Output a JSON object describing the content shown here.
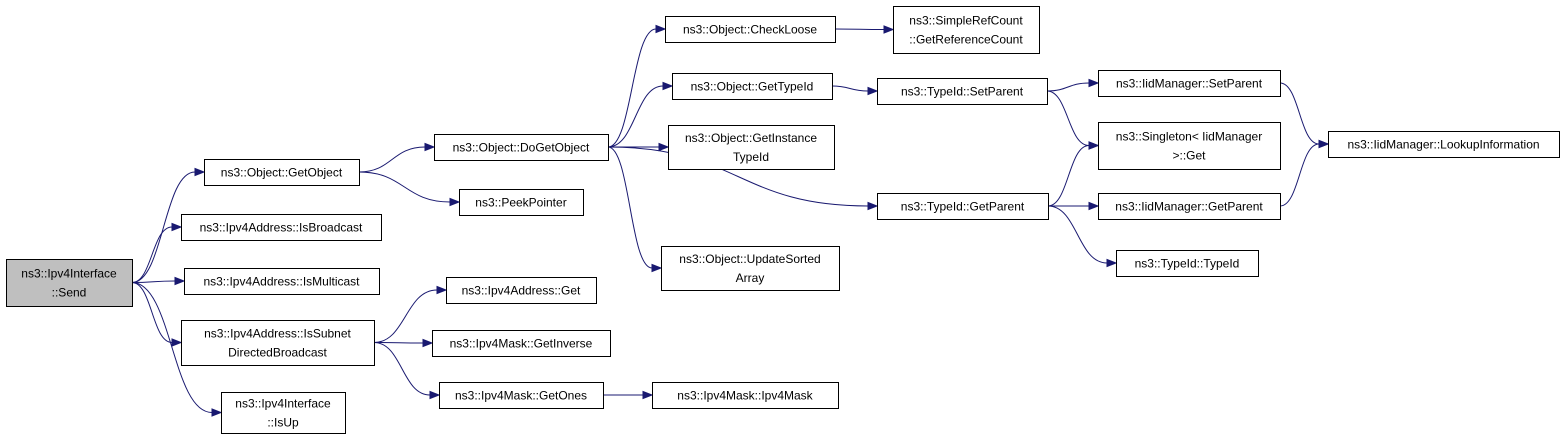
{
  "title": "",
  "colors": {
    "edge": "#191970",
    "node_border": "#000000",
    "root_fill": "#bfbfbf",
    "node_fill": "#ffffff"
  },
  "nodes": [
    {
      "id": "send",
      "lines": [
        "ns3::Ipv4Interface",
        "::Send"
      ],
      "root": true
    },
    {
      "id": "getobject",
      "lines": [
        "ns3::Object::GetObject"
      ]
    },
    {
      "id": "isbroadcast",
      "lines": [
        "ns3::Ipv4Address::IsBroadcast"
      ]
    },
    {
      "id": "ismulticast",
      "lines": [
        "ns3::Ipv4Address::IsMulticast"
      ]
    },
    {
      "id": "issubnet",
      "lines": [
        "ns3::Ipv4Address::IsSubnet",
        "DirectedBroadcast"
      ]
    },
    {
      "id": "isup",
      "lines": [
        "ns3::Ipv4Interface",
        "::IsUp"
      ]
    },
    {
      "id": "dogetobject",
      "lines": [
        "ns3::Object::DoGetObject"
      ]
    },
    {
      "id": "peekpointer",
      "lines": [
        "ns3::PeekPointer"
      ]
    },
    {
      "id": "addrget",
      "lines": [
        "ns3::Ipv4Address::Get"
      ]
    },
    {
      "id": "getinverse",
      "lines": [
        "ns3::Ipv4Mask::GetInverse"
      ]
    },
    {
      "id": "getones",
      "lines": [
        "ns3::Ipv4Mask::GetOnes"
      ]
    },
    {
      "id": "checkloose",
      "lines": [
        "ns3::Object::CheckLoose"
      ]
    },
    {
      "id": "gettypeid",
      "lines": [
        "ns3::Object::GetTypeId"
      ]
    },
    {
      "id": "getinstance",
      "lines": [
        "ns3::Object::GetInstance",
        "TypeId"
      ]
    },
    {
      "id": "updatesorted",
      "lines": [
        "ns3::Object::UpdateSorted",
        "Array"
      ]
    },
    {
      "id": "ipv4mask",
      "lines": [
        "ns3::Ipv4Mask::Ipv4Mask"
      ]
    },
    {
      "id": "getrefcount",
      "lines": [
        "ns3::SimpleRefCount",
        "::GetReferenceCount"
      ]
    },
    {
      "id": "typeidsetparent",
      "lines": [
        "ns3::TypeId::SetParent"
      ]
    },
    {
      "id": "typeidgetparent",
      "lines": [
        "ns3::TypeId::GetParent"
      ]
    },
    {
      "id": "iidsetparent",
      "lines": [
        "ns3::IidManager::SetParent"
      ]
    },
    {
      "id": "singletonget",
      "lines": [
        "ns3::Singleton< IidManager",
        ">::Get"
      ]
    },
    {
      "id": "iidgetparent",
      "lines": [
        "ns3::IidManager::GetParent"
      ]
    },
    {
      "id": "typeidtypeid",
      "lines": [
        "ns3::TypeId::TypeId"
      ]
    },
    {
      "id": "lookupinfo",
      "lines": [
        "ns3::IidManager::LookupInformation"
      ]
    }
  ],
  "edges": [
    [
      "send",
      "getobject"
    ],
    [
      "send",
      "isbroadcast"
    ],
    [
      "send",
      "ismulticast"
    ],
    [
      "send",
      "issubnet"
    ],
    [
      "send",
      "isup"
    ],
    [
      "getobject",
      "dogetobject"
    ],
    [
      "getobject",
      "peekpointer"
    ],
    [
      "issubnet",
      "addrget"
    ],
    [
      "issubnet",
      "getinverse"
    ],
    [
      "issubnet",
      "getones"
    ],
    [
      "dogetobject",
      "checkloose"
    ],
    [
      "dogetobject",
      "gettypeid"
    ],
    [
      "dogetobject",
      "getinstance"
    ],
    [
      "dogetobject",
      "updatesorted"
    ],
    [
      "dogetobject",
      "typeidgetparent"
    ],
    [
      "getones",
      "ipv4mask"
    ],
    [
      "checkloose",
      "getrefcount"
    ],
    [
      "gettypeid",
      "typeidsetparent"
    ],
    [
      "typeidsetparent",
      "iidsetparent"
    ],
    [
      "typeidsetparent",
      "singletonget"
    ],
    [
      "typeidgetparent",
      "singletonget"
    ],
    [
      "typeidgetparent",
      "iidgetparent"
    ],
    [
      "typeidgetparent",
      "typeidtypeid"
    ],
    [
      "iidsetparent",
      "lookupinfo"
    ],
    [
      "iidgetparent",
      "lookupinfo"
    ]
  ]
}
